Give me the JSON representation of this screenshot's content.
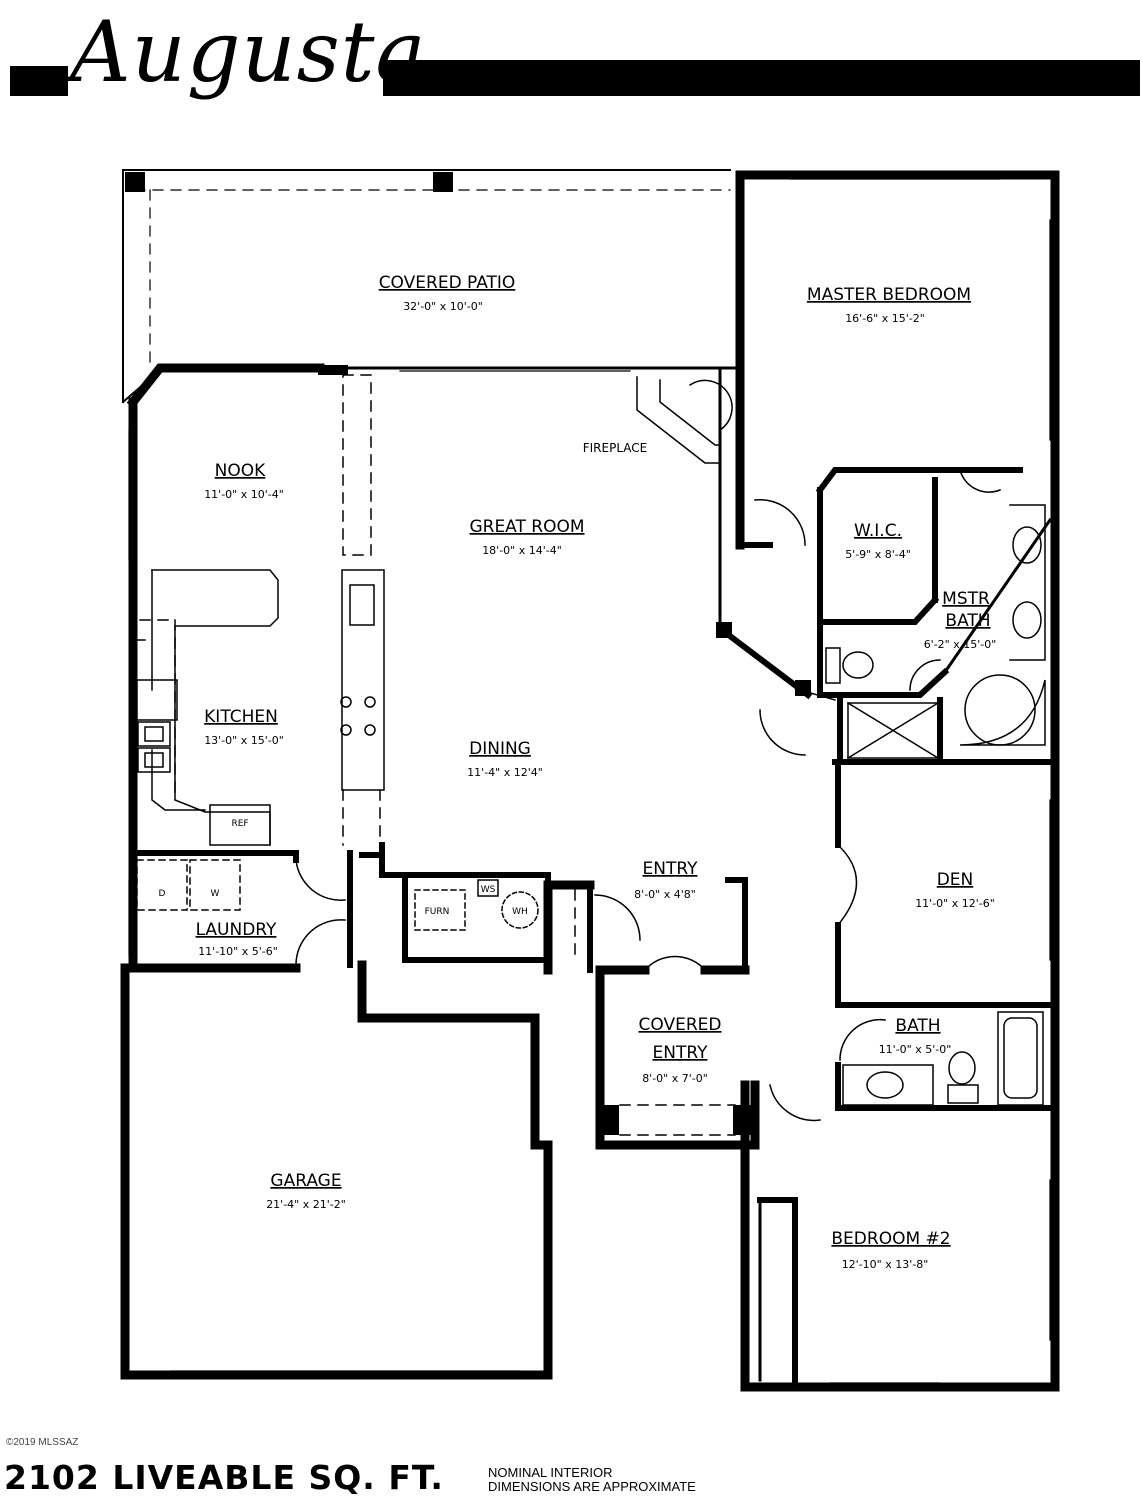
{
  "plan": {
    "name": "Augusta",
    "footer_sqft": "2102 LIVEABLE SQ. FT.",
    "footer_note_line1": "NOMINAL INTERIOR",
    "footer_note_line2": "DIMENSIONS ARE APPROXIMATE",
    "copyright": "©2019 MLSSAZ"
  },
  "rooms": [
    {
      "id": "covered-patio",
      "name": "COVERED PATIO",
      "dims": "32'-0\" x 10'-0\""
    },
    {
      "id": "master-bedroom",
      "name": "MASTER BEDROOM",
      "dims": "16'-6\" x 15'-2\""
    },
    {
      "id": "nook",
      "name": "NOOK",
      "dims": "11'-0\" x 10'-4\""
    },
    {
      "id": "great-room",
      "name": "GREAT ROOM",
      "dims": "18'-0\" x 14'-4\""
    },
    {
      "id": "wic",
      "name": "W.I.C.",
      "dims": "5'-9\" x 8'-4\""
    },
    {
      "id": "mstr-bath",
      "name_line1": "MSTR",
      "name_line2": "BATH",
      "dims": "6'-2\" x 15'-0\""
    },
    {
      "id": "kitchen",
      "name": "KITCHEN",
      "dims": "13'-0\" x 15'-0\""
    },
    {
      "id": "dining",
      "name": "DINING",
      "dims": "11'-4\" x 12'4\""
    },
    {
      "id": "entry",
      "name": "ENTRY",
      "dims": "8'-0\" x 4'8\""
    },
    {
      "id": "den",
      "name": "DEN",
      "dims": "11'-0\" x 12'-6\""
    },
    {
      "id": "laundry",
      "name": "LAUNDRY",
      "dims": "11'-10\" x 5'-6\""
    },
    {
      "id": "covered-entry",
      "name_line1": "COVERED",
      "name_line2": "ENTRY",
      "dims": "8'-0\" x 7'-0\""
    },
    {
      "id": "bath",
      "name": "BATH",
      "dims": "11'-0\" x 5'-0\""
    },
    {
      "id": "garage",
      "name": "GARAGE",
      "dims": "21'-4\" x 21'-2\""
    },
    {
      "id": "bedroom-2",
      "name": "BEDROOM #2",
      "dims": "12'-10\" x 13'-8\""
    }
  ],
  "fixtures": {
    "fireplace": "FIREPLACE",
    "refrigerator": "REF",
    "dryer": "D",
    "washer": "W",
    "furnace": "FURN",
    "water_heater": "WH",
    "water_softener": "WS"
  }
}
